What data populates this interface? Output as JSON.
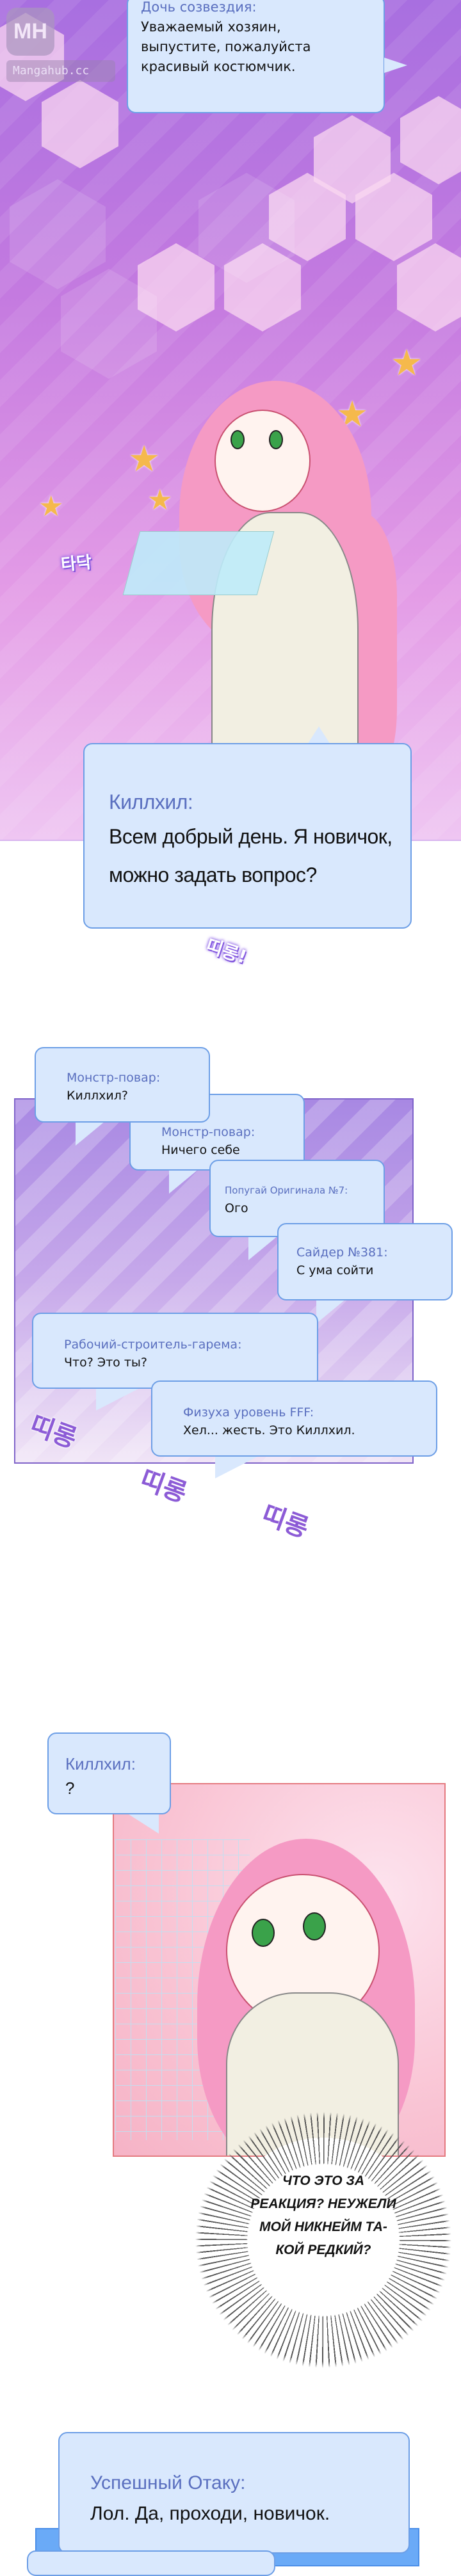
{
  "watermark": {
    "logo": "MH",
    "text": "Mangahub.cc"
  },
  "bubbles": {
    "constellation_daughter": {
      "name": "Дочь созвездия:",
      "lines": [
        "Уважаемый хозяин,",
        "выпустите, пожалуйста",
        "красивый костюмчик."
      ]
    },
    "killhil_1": {
      "name": "Киллхил:",
      "lines": [
        "Всем добрый день. Я новичок,",
        "можно задать вопрос?"
      ]
    },
    "chat": [
      {
        "name": "Монстр-повар:",
        "msg": "Киллхил?"
      },
      {
        "name": "Монстр-повар:",
        "msg": "Ничего себе"
      },
      {
        "name": "Попугай Оригинала №7:",
        "msg": "Ого"
      },
      {
        "name": "Сайдер №381:",
        "msg": "С ума сойти"
      },
      {
        "name": "Рабочий-строитель-гарема:",
        "msg": "Что? Это ты?"
      },
      {
        "name": "Физуха уровень FFF:",
        "msg": "Хел... жесть. Это Киллхил."
      }
    ],
    "killhil_2": {
      "name": "Киллхил:",
      "msg": "?"
    },
    "otaku": {
      "name": "Успешный Отаку:",
      "msg": "Лол. Да, проходи, новичок."
    }
  },
  "thought": {
    "lines": [
      "Что это за",
      "реакция? Неужели",
      "мой никнейм та-",
      "кой редкий?"
    ]
  },
  "sfx": {
    "tap": "타닥",
    "ding": "띠롱!",
    "ding_plain": "띠롱"
  }
}
